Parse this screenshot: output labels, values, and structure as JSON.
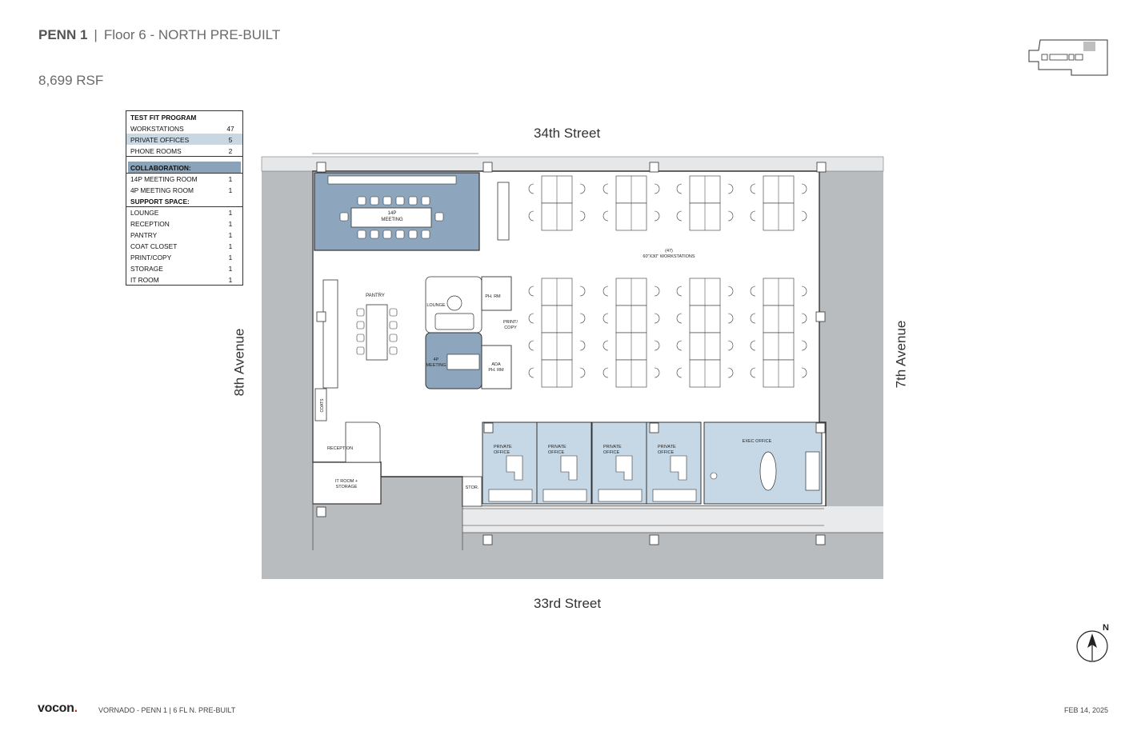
{
  "header": {
    "building": "PENN 1",
    "separator": "|",
    "floor": "Floor 6 - NORTH  PRE-BUILT",
    "area": "8,699 RSF"
  },
  "streets": {
    "north": "34th Street",
    "south": "33rd Street",
    "west": "8th Avenue",
    "east": "7th Avenue"
  },
  "program": {
    "title": "TEST FIT PROGRAM",
    "primary": [
      {
        "label": "WORKSTATIONS",
        "value": "47"
      },
      {
        "label": "PRIVATE OFFICES",
        "value": "5"
      },
      {
        "label": "PHONE ROOMS",
        "value": "2"
      }
    ],
    "collab_header": "COLLABORATION:",
    "collab": [
      {
        "label": "14P MEETING ROOM",
        "value": "1"
      },
      {
        "label": "4P MEETING ROOM",
        "value": "1"
      }
    ],
    "support_header": "SUPPORT SPACE:",
    "support": [
      {
        "label": "LOUNGE",
        "value": "1"
      },
      {
        "label": "RECEPTION",
        "value": "1"
      },
      {
        "label": "PANTRY",
        "value": "1"
      },
      {
        "label": "COAT CLOSET",
        "value": "1"
      },
      {
        "label": "PRINT/COPY",
        "value": "1"
      },
      {
        "label": "STORAGE",
        "value": "1"
      },
      {
        "label": "IT ROOM",
        "value": "1"
      }
    ]
  },
  "rooms": {
    "meeting14_a": "14P",
    "meeting14_b": "MEETING",
    "workstations_a": "(47)",
    "workstations_b": "60\"X30\" WORKSTATIONS",
    "pantry": "PANTRY",
    "lounge": "LOUNGE",
    "phone_rm": "PH. RM",
    "print_a": "PRINT/",
    "print_b": "COPY",
    "meeting4_a": "4P",
    "meeting4_b": "MEETING",
    "ada_a": "ADA",
    "ada_b": "PH. RM",
    "coats": "COATS",
    "reception": "RECEPTION",
    "it_a": "IT ROOM +",
    "it_b": "STORAGE",
    "stor": "STOR.",
    "private_a": "PRIVATE",
    "private_b": "OFFICE",
    "exec": "EXEC OFFICE"
  },
  "north_label": "N",
  "footer": {
    "logo": "vocon",
    "logo_dot": ".",
    "project": "VORNADO - PENN 1  |  6 FL N. PRE-BUILT",
    "date": "FEB 14, 2025"
  },
  "colors": {
    "surround": "#b9bcbf",
    "meeting": "#8ea6bd",
    "office": "#c6d8e6",
    "wall": "#333333"
  }
}
